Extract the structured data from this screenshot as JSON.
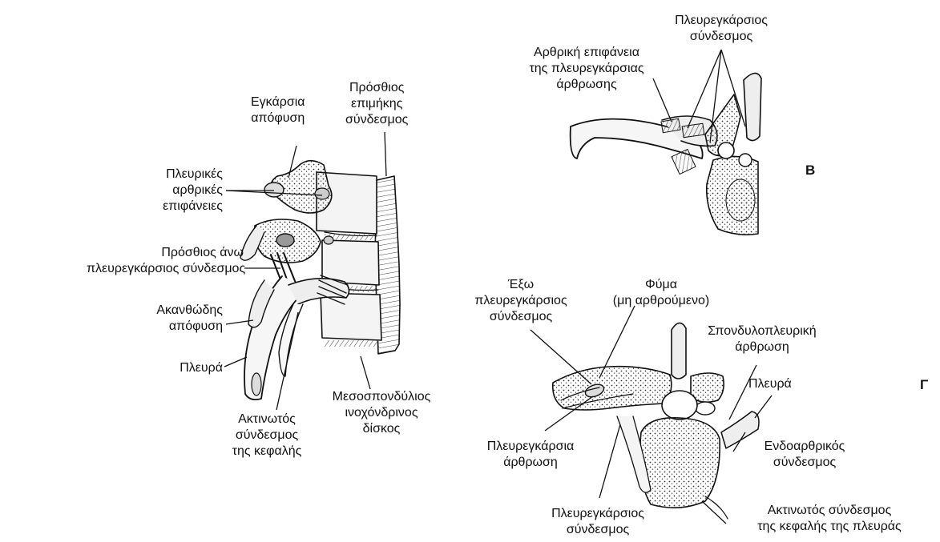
{
  "panels": {
    "b": "B",
    "g": "Γ"
  },
  "labels": {
    "transverse_process": [
      "Εγκάρσια",
      "απόφυση"
    ],
    "anterior_longitudinal_ligament": [
      "Πρόσθιος",
      "επιμήκης",
      "σύνδεσμος"
    ],
    "costal_facets": [
      "Πλευρικές",
      "αρθρικές",
      "επιφάνειες"
    ],
    "superior_costotransverse_ligament": [
      "Πρόσθιος άνω",
      "πλευρεγκάρσιος σύνδεσμος"
    ],
    "spinous_process": [
      "Ακανθώδης",
      "απόφυση"
    ],
    "rib_a": [
      "Πλευρά"
    ],
    "radiate_ligament_head_a": [
      "Ακτινωτός",
      "σύνδεσμος",
      "της κεφαλής"
    ],
    "intervertebral_disc": [
      "Μεσοσπονδύλιος",
      "ινοχόνδρινος",
      "δίσκος"
    ],
    "costotransverse_ligament_b": [
      "Πλευρεγκάρσιος",
      "σύνδεσμος"
    ],
    "articular_facet_b": [
      "Αρθρική επιφάνεια",
      "της πλευρεγκάρσιας",
      "άρθρωσης"
    ],
    "lateral_costotransverse_ligament": [
      "Έξω",
      "πλευρεγκάρσιος",
      "σύνδεσμος"
    ],
    "tubercle": [
      "Φύμα",
      "(μη αρθρούμενο)"
    ],
    "costovertebral_joint": [
      "Σπονδυλοπλευρική",
      "άρθρωση"
    ],
    "rib_g": [
      "Πλευρά"
    ],
    "costotransverse_joint": [
      "Πλευρεγκάρσια",
      "άρθρωση"
    ],
    "intraarticular_ligament": [
      "Ενδοαρθρικός",
      "σύνδεσμος"
    ],
    "costotransverse_ligament_g": [
      "Πλευρεγκάρσιος",
      "σύνδεσμος"
    ],
    "radiate_ligament_rib_head": [
      "Ακτινωτός σύνδεσμος",
      "της κεφαλής της πλευράς"
    ]
  }
}
